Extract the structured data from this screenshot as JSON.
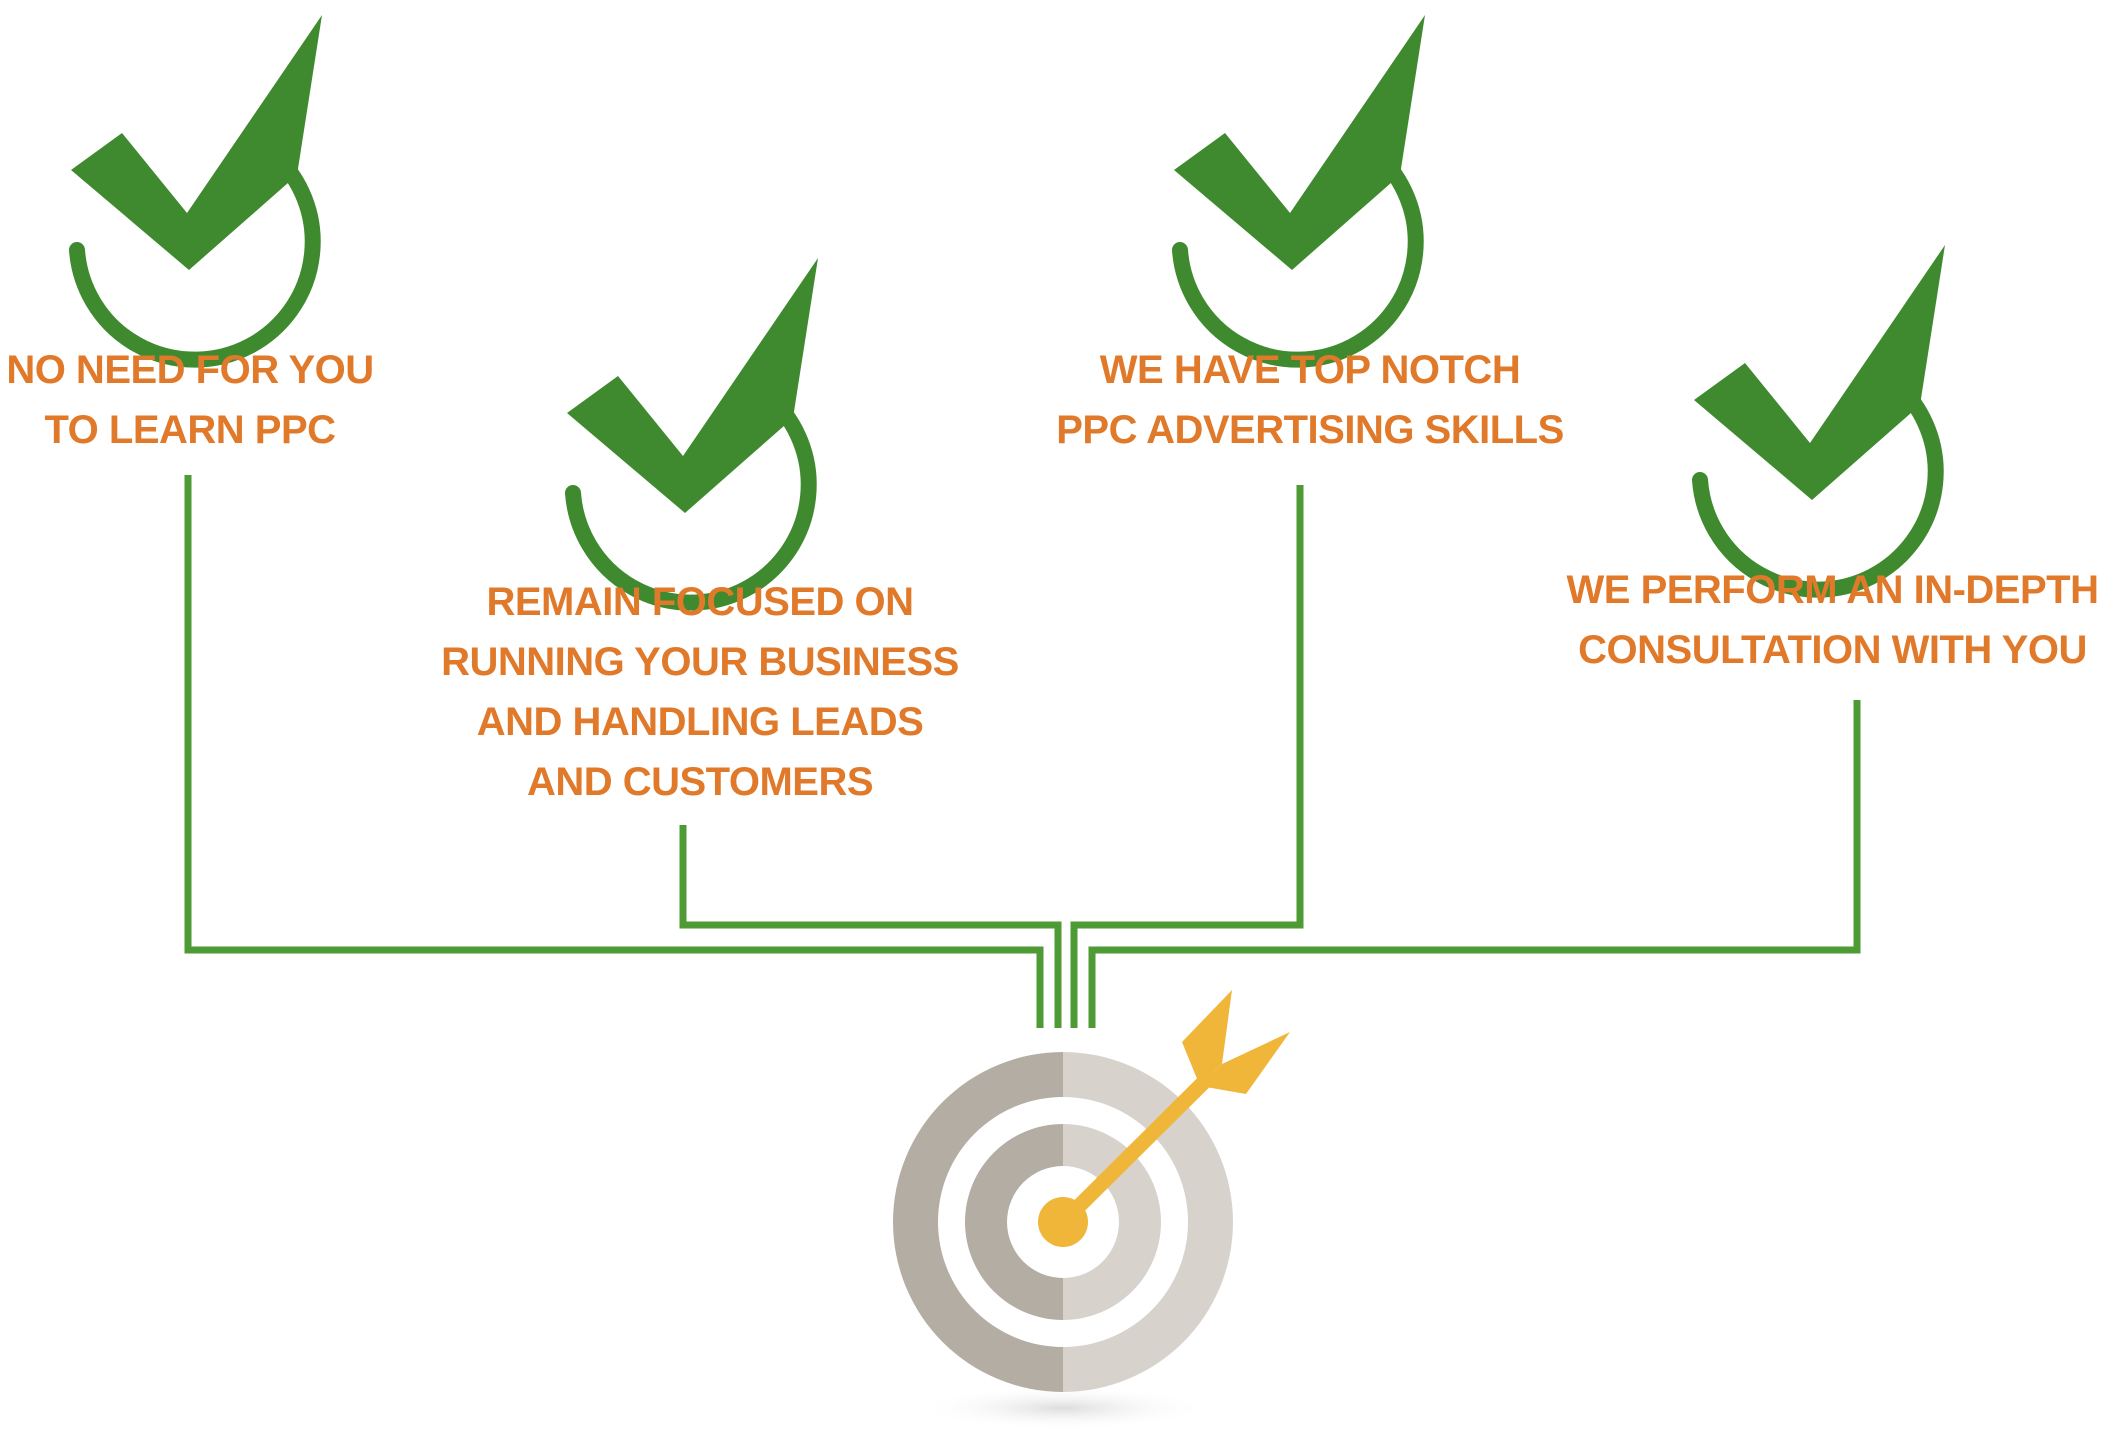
{
  "benefits": [
    {
      "icon": "checkmark-circle-icon",
      "lines": [
        "NO NEED FOR YOU",
        "TO LEARN PPC"
      ]
    },
    {
      "icon": "checkmark-circle-icon",
      "lines": [
        "REMAIN FOCUSED ON",
        "RUNNING YOUR BUSINESS",
        "AND HANDLING LEADS",
        "AND CUSTOMERS"
      ]
    },
    {
      "icon": "checkmark-circle-icon",
      "lines": [
        "WE HAVE TOP NOTCH",
        "PPC ADVERTISING SKILLS"
      ]
    },
    {
      "icon": "checkmark-circle-icon",
      "lines": [
        "WE PERFORM AN IN-DEPTH",
        "CONSULTATION WITH YOU"
      ]
    }
  ],
  "target": {
    "icon": "target-arrow-icon"
  },
  "colors": {
    "check_green": "#3f8a2f",
    "connector_green": "#4e9a35",
    "text_orange": "#e07a2a",
    "target_gray_dark": "#b3ada3",
    "target_gray_light": "#d7d3cc",
    "arrow_yellow": "#f0b63a"
  }
}
